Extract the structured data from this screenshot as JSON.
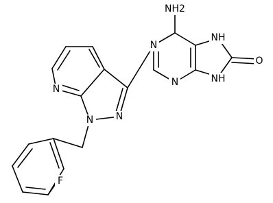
{
  "molecule": {
    "atom_labels": {
      "nh2": "NH2",
      "n_pym_left": "N",
      "n_pym_right": "N",
      "nh_7": "NH",
      "nh_9": "NH",
      "o": "O",
      "n_pyr": "N",
      "n_1": "N",
      "n_2": "N",
      "f": "F"
    }
  }
}
